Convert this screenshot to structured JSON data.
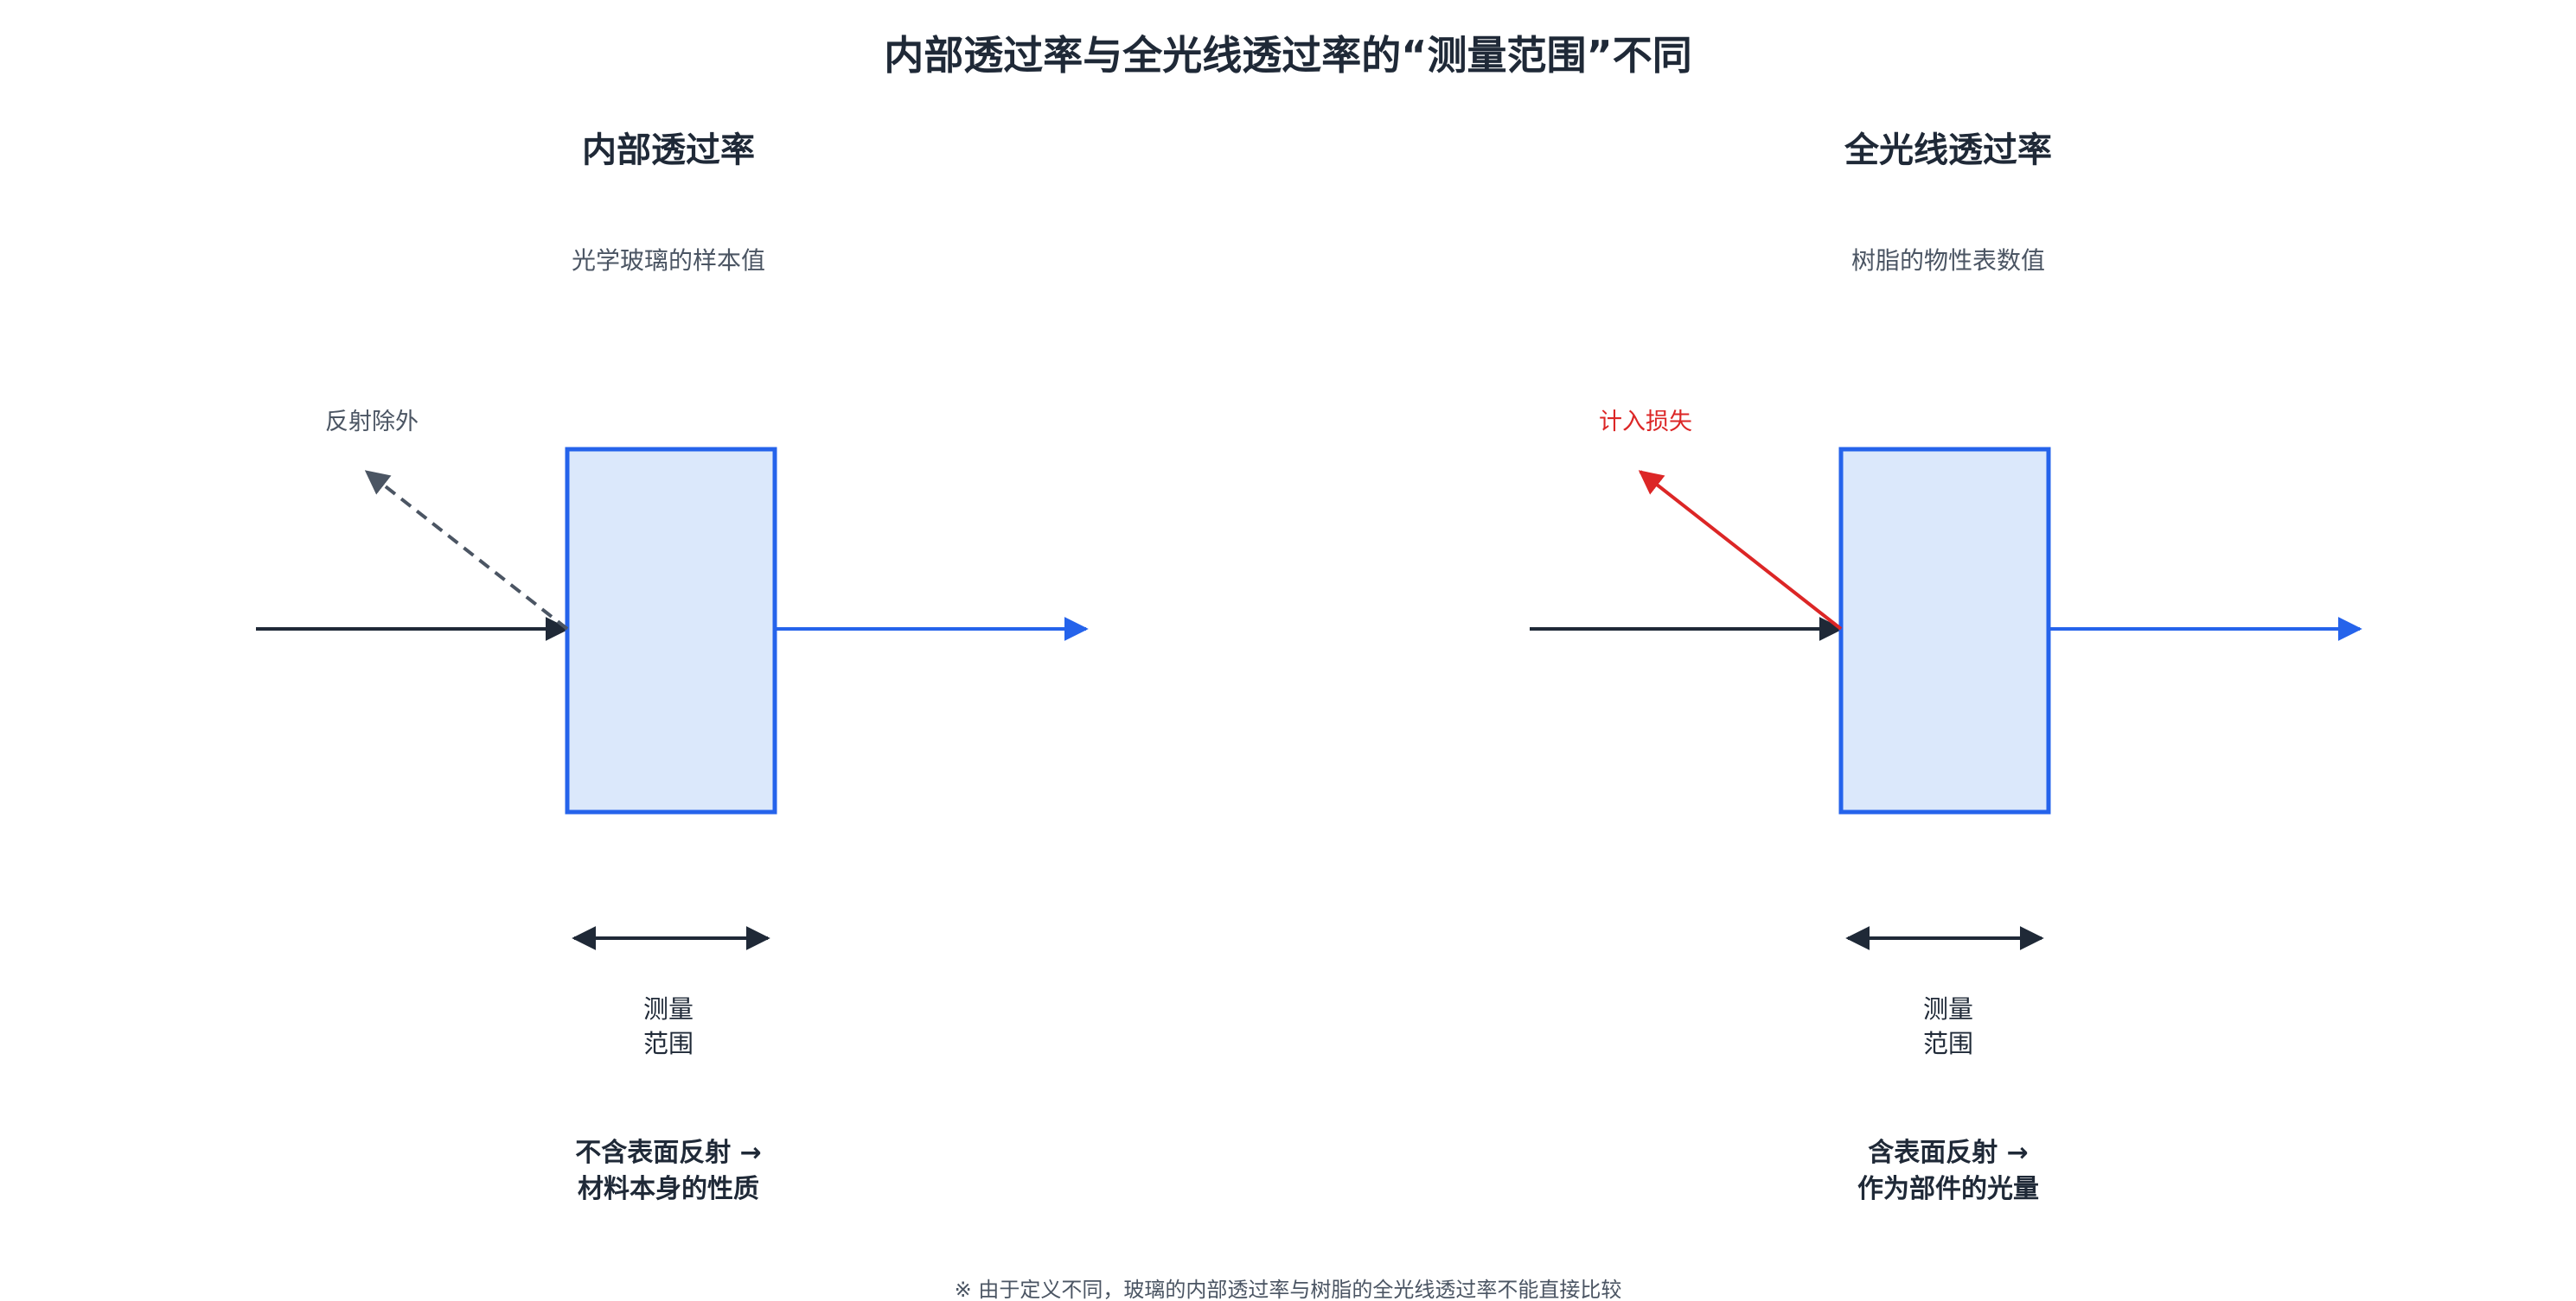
{
  "title": "内部透过率与全光线透过率的“测量范围”不同",
  "panels": [
    {
      "title": "内部透过率",
      "subtitle": "光学玻璃的样本值",
      "reflection_label": "反射除外",
      "reflection_color": "#4b5563",
      "measure_label_line1": "测量",
      "measure_label_line2": "范围",
      "conclusion_line1": "不含表面反射 →",
      "conclusion_line2": "材料本身的性质"
    },
    {
      "title": "全光线透过率",
      "subtitle": "树脂的物性表数值",
      "reflection_label": "计入损失",
      "reflection_color": "#dc2626",
      "measure_label_line1": "测量",
      "measure_label_line2": "范围",
      "conclusion_line1": "含表面反射 →",
      "conclusion_line2": "作为部件的光量"
    }
  ],
  "footnote": "※ 由于定义不同，玻璃的内部透过率与树脂的全光线透过率不能直接比较",
  "colors": {
    "sample_fill": "#dbe8fb",
    "sample_stroke": "#2563eb",
    "incident": "#1f2937",
    "transmitted": "#2563eb",
    "reflected_excluded": "#4b5563",
    "reflected_counted": "#dc2626"
  }
}
